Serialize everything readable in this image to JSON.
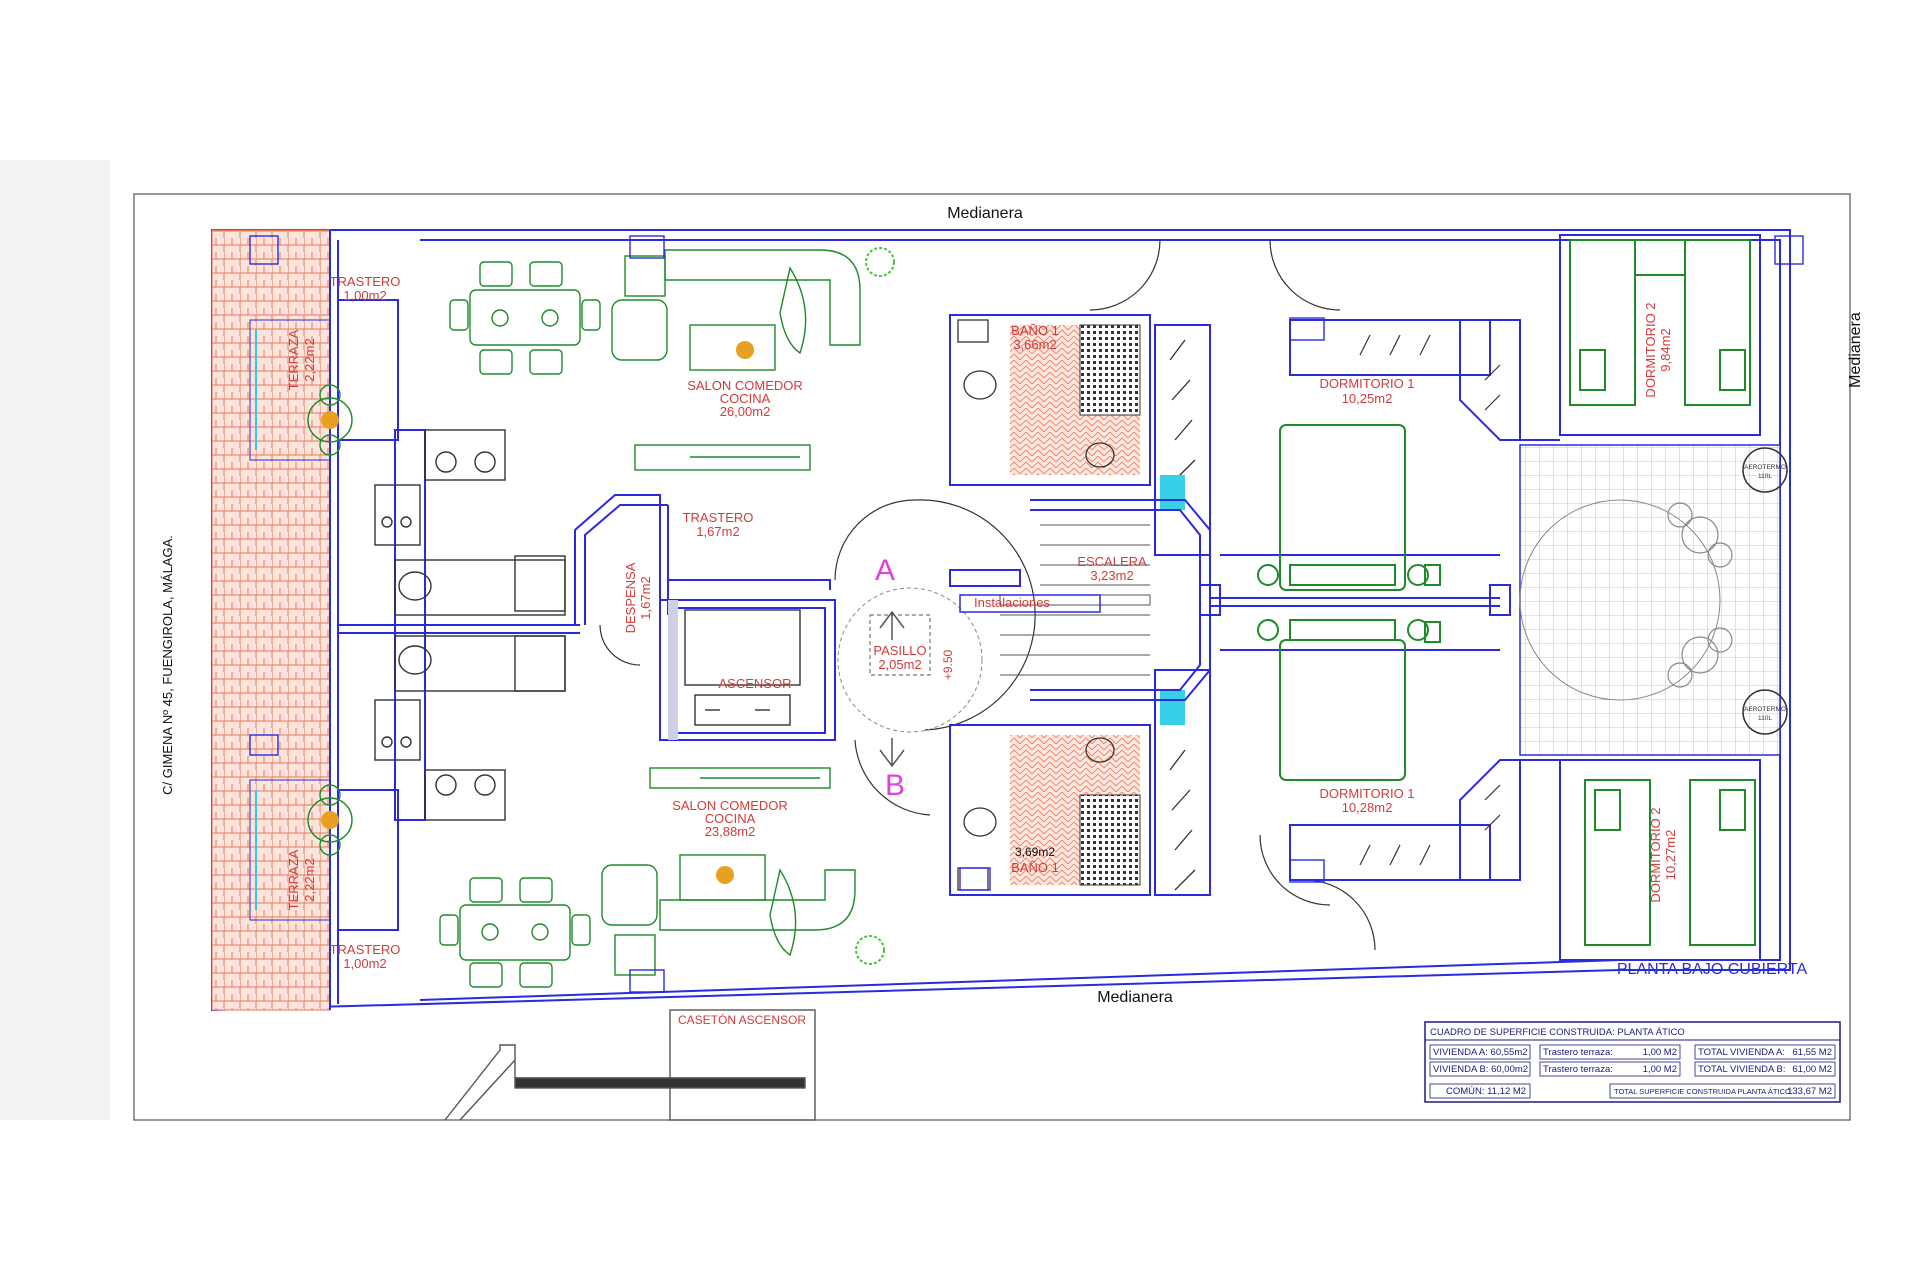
{
  "plan": {
    "title": "PLANTA BAJO CUBIERTA",
    "address": "C/ GIMENA Nº 45, FUENGIROLA, MÁLAGA.",
    "walls": {
      "top": "Medianera",
      "bottom": "Medianera",
      "right": "Medianera"
    },
    "rooms": {
      "trastero_a": {
        "name": "TRASTERO",
        "area": "1,00m2"
      },
      "terraza_a": {
        "name": "TERRAZA",
        "area": "2,22m2"
      },
      "salon_a": {
        "name": "SALON COMEDOR",
        "name2": "COCINA",
        "area": "26,00m2"
      },
      "trastero_c": {
        "name": "TRASTERO",
        "area": "1,67m2"
      },
      "despensa": {
        "name": "DESPENSA",
        "area": "1,67m2"
      },
      "ascensor": {
        "name": "ASCENSOR"
      },
      "pasillo": {
        "name": "PASILLO",
        "area": "2,05m2"
      },
      "bano_a": {
        "name": "BAÑO 1",
        "area": "3,66m2"
      },
      "escalera": {
        "name": "ESCALERA",
        "area": "3,23m2"
      },
      "instalaciones": {
        "name": "Instalaciones"
      },
      "dormitorio1_a": {
        "name": "DORMITORIO 1",
        "area": "10,25m2"
      },
      "dormitorio2_a": {
        "name": "DORMITORIO 2",
        "area": "9,84m2"
      },
      "salon_b": {
        "name": "SALON COMEDOR",
        "name2": "COCINA",
        "area": "23,88m2"
      },
      "terraza_b": {
        "name": "TERRAZA",
        "area": "2,22m2"
      },
      "trastero_b": {
        "name": "TRASTERO",
        "area": "1,00m2"
      },
      "bano_b": {
        "name": "BAÑO 1",
        "area": "3,69m2"
      },
      "dormitorio1_b": {
        "name": "DORMITORIO 1",
        "area": "10,28m2"
      },
      "dormitorio2_b": {
        "name": "DORMITORIO 2",
        "area": "10,27m2"
      }
    },
    "marks": {
      "a": "A",
      "b": "B",
      "level": "+9.50",
      "aerotermo_a": "AEROTERMO",
      "aerotermo_a_cap": "110L",
      "aerotermo_b": "AEROTERMO",
      "aerotermo_b_cap": "110L",
      "caseton": "CASETÓN ASCENSOR"
    },
    "colors": {
      "wall": "#2a2ae0",
      "label": "#d23b3b",
      "furniture": "#1f8a2a",
      "tile": "#e8785a",
      "accent": "#e040e0"
    }
  },
  "surface_table": {
    "title": "CUADRO DE SUPERFICIE CONSTRUIDA: PLANTA ÁTICO",
    "vivienda_a": "VIVIENDA A: 60,55m2",
    "vivienda_b": "VIVIENDA B: 60,00m2",
    "trastero_a_label": "Trastero terraza:",
    "trastero_a_value": "1,00 M2",
    "trastero_b_label": "Trastero terraza:",
    "trastero_b_value": "1,00 M2",
    "total_a_label": "TOTAL VIVIENDA A:",
    "total_a_value": "61,55 M2",
    "total_b_label": "TOTAL VIVIENDA B:",
    "total_b_value": "61,00 M2",
    "comun": "COMÚN: 11,12 M2",
    "total_label": "TOTAL SUPERFICIE CONSTRUIDA PLANTA ÁTICO:",
    "total_value": "133,67 M2"
  }
}
